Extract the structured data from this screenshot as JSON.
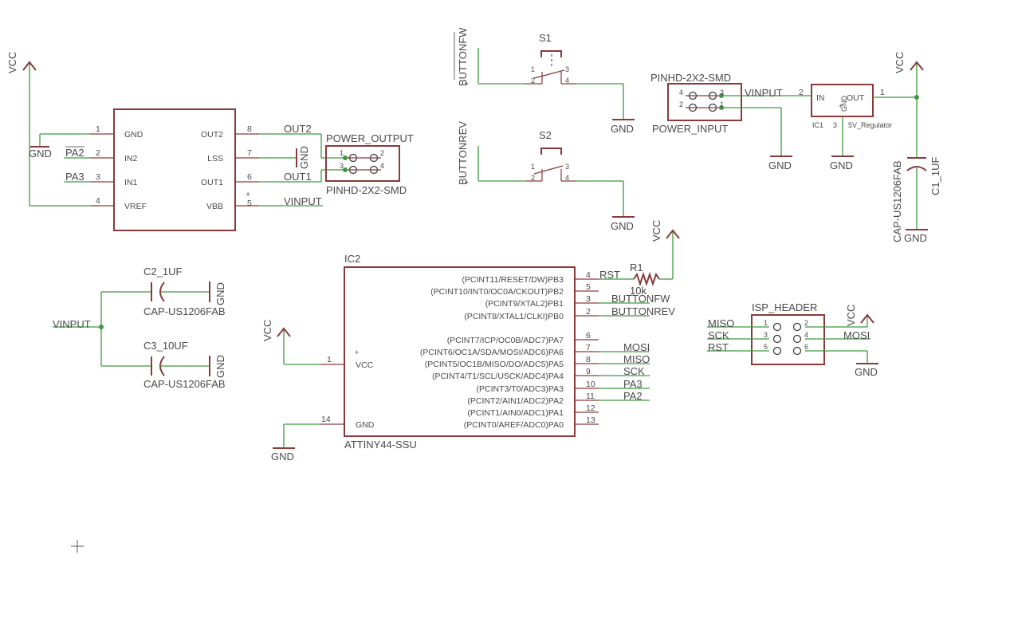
{
  "schematic": {
    "driver": {
      "left_pins": [
        {
          "num": "1",
          "name": "GND"
        },
        {
          "num": "2",
          "name": "IN2"
        },
        {
          "num": "3",
          "name": "IN1"
        },
        {
          "num": "4",
          "name": "VREF"
        }
      ],
      "right_pins": [
        {
          "num": "8",
          "name": "OUT2"
        },
        {
          "num": "7",
          "name": "LSS"
        },
        {
          "num": "6",
          "name": "OUT1"
        },
        {
          "num": "5",
          "name": "VBB"
        }
      ],
      "nets": {
        "vcc": "VCC",
        "gnd_left": "GND",
        "pa2": "PA2",
        "pa3": "PA3",
        "out2": "OUT2",
        "out1": "OUT1",
        "vinput": "VINPUT",
        "gnd_lss": "GND"
      }
    },
    "power_output": {
      "name": "POWER_OUTPUT",
      "value": "PINHD-2X2-SMD",
      "pins": [
        "1",
        "2",
        "3",
        "4"
      ]
    },
    "s1": {
      "name": "S1",
      "pins": [
        "1",
        "2",
        "3",
        "4"
      ],
      "net": "BUTTONFW",
      "gnd": "GND"
    },
    "s2": {
      "name": "S2",
      "pins": [
        "1",
        "2",
        "3",
        "4"
      ],
      "net": "BUTTONREV",
      "gnd": "GND"
    },
    "power_input": {
      "name": "POWER_INPUT",
      "value": "PINHD-2X2-SMD",
      "pins": [
        "4",
        "2",
        "3",
        "1"
      ],
      "net": "VINPUT",
      "gnd": "GND"
    },
    "regulator": {
      "name": "IC1",
      "value": "5V_Regulator",
      "pin_in": "IN",
      "pin_out": "OUT",
      "pin_gnd": "GND",
      "num_in": "2",
      "num_out": "1",
      "num_gnd": "3",
      "gnd": "GND",
      "vcc": "VCC"
    },
    "c1": {
      "name": "C1_1UF",
      "value": "CAP-US1206FAB",
      "gnd": "GND"
    },
    "c2": {
      "name": "C2_1UF",
      "value": "CAP-US1206FAB",
      "gnd": "GND"
    },
    "c3": {
      "name": "C3_10UF",
      "value": "CAP-US1206FAB",
      "gnd": "GND"
    },
    "vinput_net": "VINPUT",
    "r1": {
      "name": "R1",
      "value": "10k",
      "vcc": "VCC"
    },
    "ic2": {
      "name": "IC2",
      "value": "ATTINY44-SSU",
      "vcc_pin": "VCC",
      "gnd_pin": "GND",
      "vcc_num": "1",
      "gnd_num": "14",
      "vcc_net": "VCC",
      "gnd_net": "GND",
      "pins": [
        {
          "num": "4",
          "name": "(PCINT11/RESET/DW)PB3",
          "net": "RST"
        },
        {
          "num": "5",
          "name": "(PCINT10/INT0/OC0A/CKOUT)PB2",
          "net": ""
        },
        {
          "num": "3",
          "name": "(PCINT9/XTAL2)PB1",
          "net": "BUTTONFW"
        },
        {
          "num": "2",
          "name": "(PCINT8/XTAL1/CLKI)PB0",
          "net": "BUTTONREV"
        },
        {
          "num": "6",
          "name": "(PCINT7/ICP/OC0B/ADC7)PA7",
          "net": ""
        },
        {
          "num": "7",
          "name": "(PCINT6/OC1A/SDA/MOSI/ADC6)PA6",
          "net": "MOSI"
        },
        {
          "num": "8",
          "name": "(PCINT5/OC1B/MISO/DO/ADC5)PA5",
          "net": "MISO"
        },
        {
          "num": "9",
          "name": "(PCINT4/T1/SCL/USCK/ADC4)PA4",
          "net": "SCK"
        },
        {
          "num": "10",
          "name": "(PCINT3/T0/ADC3)PA3",
          "net": "PA3"
        },
        {
          "num": "11",
          "name": "(PCINT2/AIN1/ADC2)PA2",
          "net": "PA2"
        },
        {
          "num": "12",
          "name": "(PCINT1/AIN0/ADC1)PA1",
          "net": ""
        },
        {
          "num": "13",
          "name": "(PCINT0/AREF/ADC0)PA0",
          "net": ""
        }
      ]
    },
    "isp": {
      "name": "ISP_HEADER",
      "pins": [
        "1",
        "2",
        "3",
        "4",
        "5",
        "6"
      ],
      "left_nets": [
        "MISO",
        "SCK",
        "RST"
      ],
      "right_nets": [
        "VCC",
        "MOSI"
      ],
      "gnd": "GND"
    }
  }
}
